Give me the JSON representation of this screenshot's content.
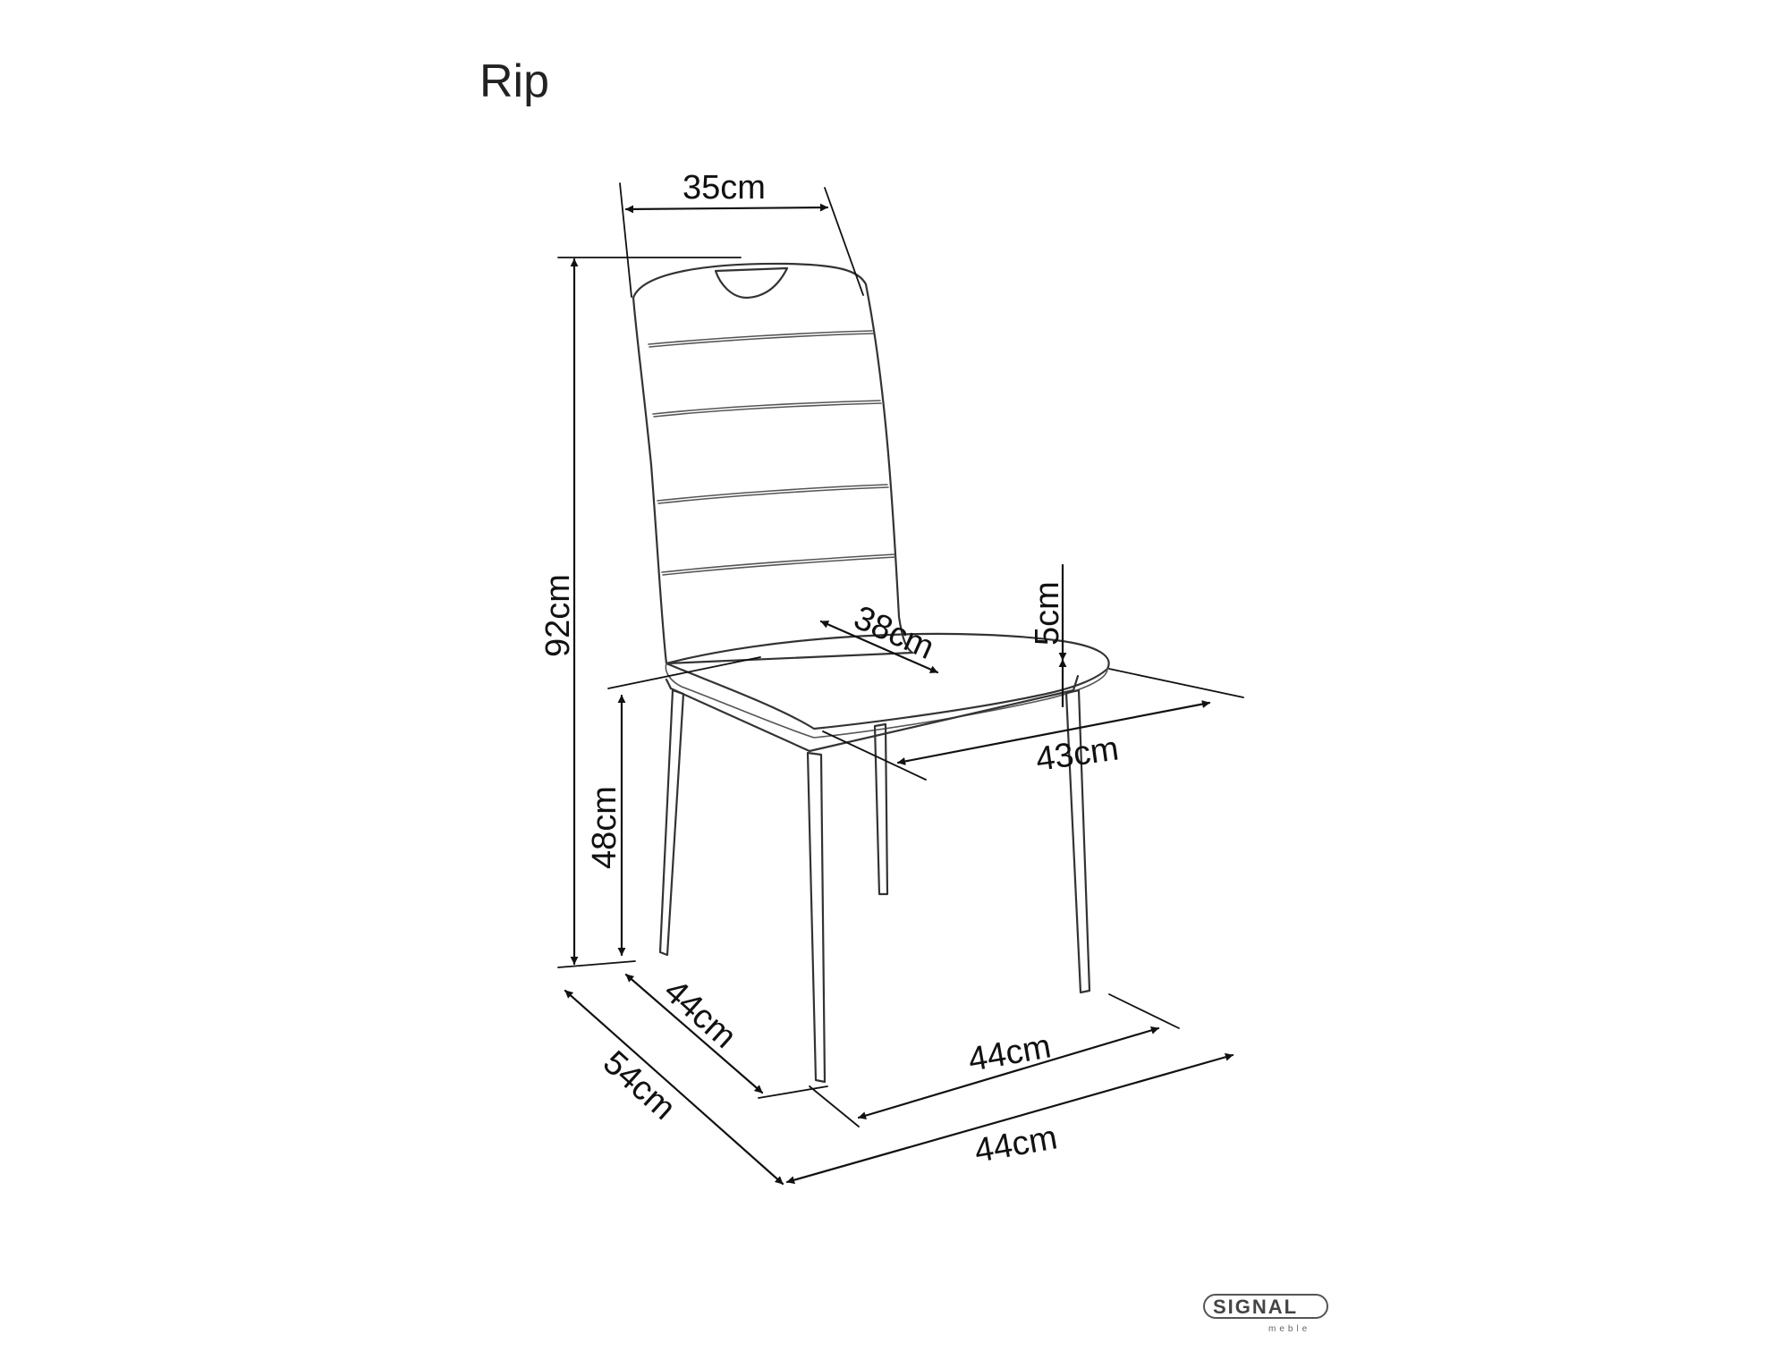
{
  "title": "Rip",
  "dimensions": {
    "backrest_width": "35cm",
    "total_height": "92cm",
    "seat_height": "48cm",
    "seat_depth": "38cm",
    "seat_thickness": "5cm",
    "seat_width": "43cm",
    "leg_depth": "44cm",
    "leg_width": "44cm",
    "total_depth": "54cm",
    "total_width": "44cm"
  },
  "logo": {
    "brand": "SIGNAL",
    "sub": "meble"
  }
}
